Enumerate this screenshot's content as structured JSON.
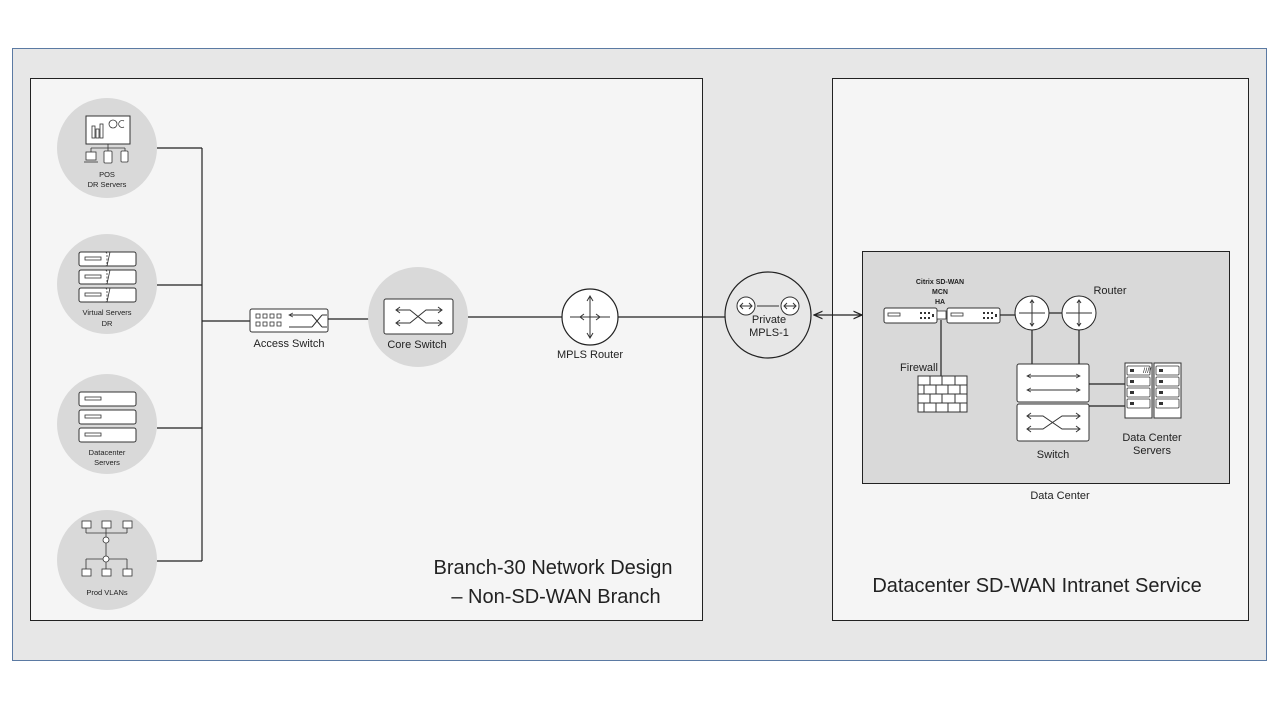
{
  "branch": {
    "title_line1": "Branch-30 Network Design",
    "title_line2": "– Non-SD-WAN Branch",
    "endpoints": [
      {
        "label_line1": "POS",
        "label_line2": "DR Servers",
        "icon": "pos-dashboard-icon"
      },
      {
        "label_line1": "Virtual  Servers",
        "label_line2": "DR",
        "icon": "virtual-servers-icon"
      },
      {
        "label_line1": "Datacenter",
        "label_line2": "Servers",
        "icon": "server-stack-icon"
      },
      {
        "label_line1": "Prod VLANs",
        "label_line2": "",
        "icon": "vlan-tree-icon"
      }
    ],
    "access_switch": "Access Switch",
    "core_switch": "Core Switch",
    "mpls_router": "MPLS Router"
  },
  "wan": {
    "label_line1": "Private",
    "label_line2": "MPLS-1"
  },
  "datacenter": {
    "title": "Datacenter SD-WAN Intranet Service",
    "box_label": "Data Center",
    "sdwan_line1": "Citrix SD-WAN",
    "sdwan_line2": "MCN",
    "sdwan_line3": "HA",
    "router": "Router",
    "firewall": "Firewall",
    "switch": "Switch",
    "servers_line1": "Data Center",
    "servers_line2": "Servers"
  }
}
